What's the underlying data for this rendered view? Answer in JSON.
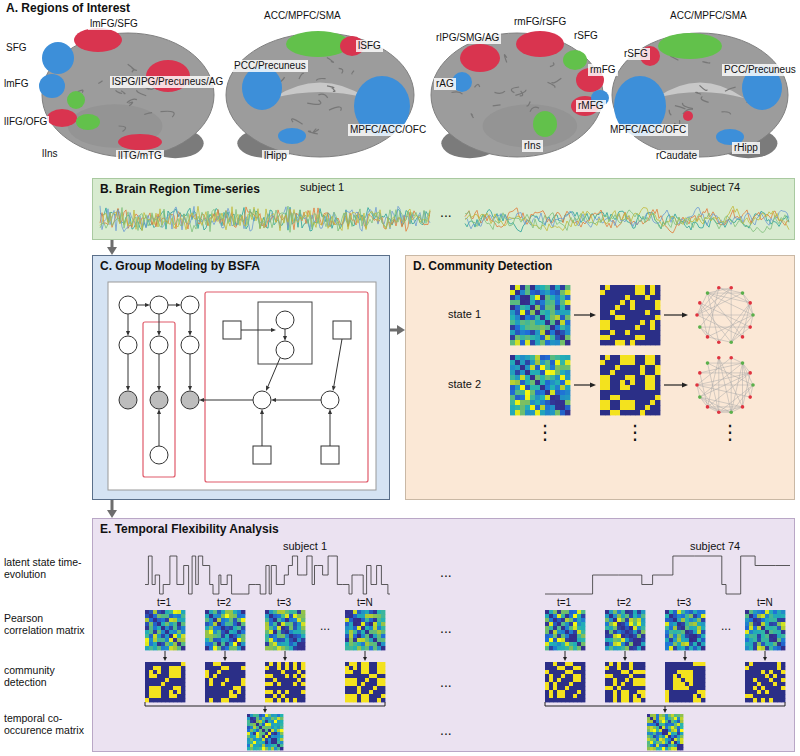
{
  "diagram": {
    "nodes": [
      {
        "text": [
          "B. Brain Region Time-series"
        ]
      },
      {
        "text": [
          "C. Group Modeling by BSFA"
        ]
      },
      {
        "text": [
          "D. Community Detection"
        ]
      },
      {
        "text": [
          "E. Temporal Flexibility Analysis"
        ]
      }
    ],
    "edges": [
      {
        "from": 0,
        "to": 1,
        "arrow": "to"
      },
      {
        "from": 1,
        "to": 2,
        "arrow": "to"
      },
      {
        "from": 1,
        "to": 3,
        "arrow": "to"
      }
    ],
    "labels": [
      "A. Regions of Interest",
      "lmFG/SFG",
      "SFG",
      "lmFG",
      "lIFG/OFG",
      "lIns",
      "lSPG/IPG/Precuneus/AG",
      "lITG/mTG",
      "ACC/MPFC/SMA",
      "lSFG",
      "PCC/Precuneus",
      "MPFC/ACC/OFC",
      "lHipp",
      "rIPG/SMG/AG",
      "rmFG/rSFG",
      "rSFG",
      "rAG",
      "rmFG",
      "rMFG",
      "rIns",
      "ACC/MPFC/SMA",
      "rSFG",
      "PCC/Precuneus",
      "MPFC/ACC/OFC",
      "rCaudate",
      "rHipp",
      "subject 1",
      "...",
      "subject 74",
      "state 1",
      "state 2",
      "⋮",
      "⋮",
      "⋮",
      "latent state time-evolution",
      "Pearson correlation matrix",
      "community detection",
      "temporal co-occurence matrix",
      "subject 1",
      "...",
      "subject 74",
      "t=1",
      "t=2",
      "t=3",
      "t=N",
      "...",
      "...",
      "t=1",
      "t=2",
      "t=3",
      "t=N",
      "...",
      "...",
      "..."
    ]
  }
}
